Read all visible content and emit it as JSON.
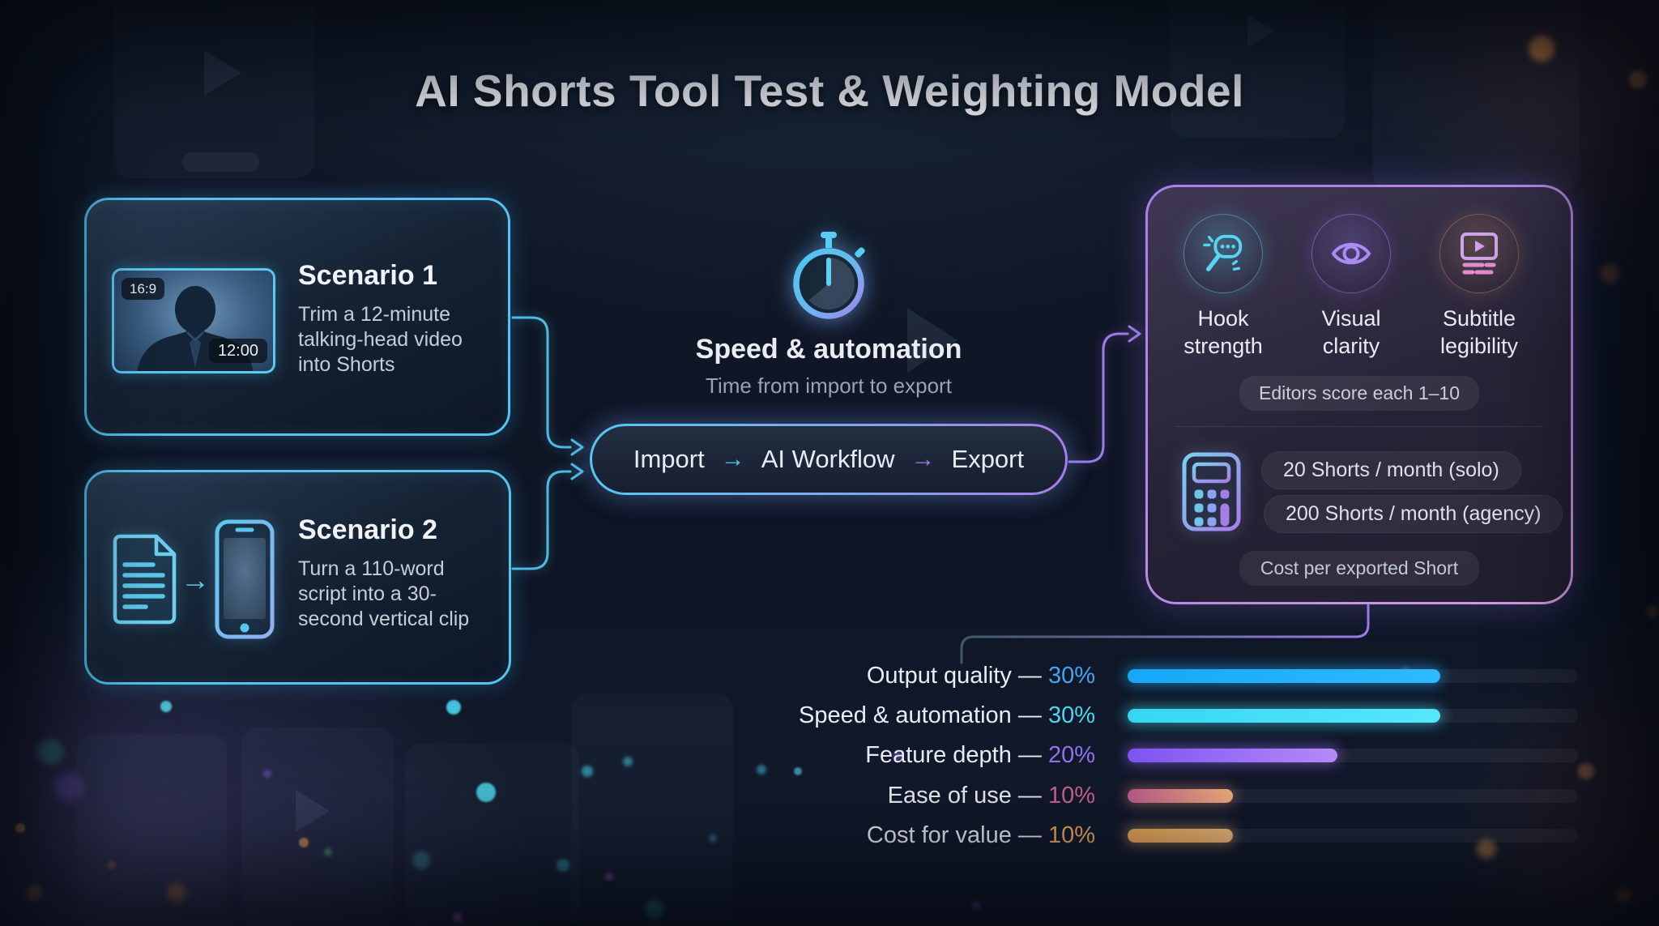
{
  "title": "AI Shorts Tool Test & Weighting Model",
  "scenario1": {
    "heading": "Scenario 1",
    "line1": "Trim a 12-minute",
    "line2": "talking-head video",
    "line3": "into Shorts",
    "aspect_badge": "16:9",
    "duration_badge": "12:00"
  },
  "scenario2": {
    "heading": "Scenario 2",
    "line1": "Turn a 110-word",
    "line2": "script into a 30-",
    "line3": "second vertical clip"
  },
  "speed": {
    "heading": "Speed & automation",
    "subheading": "Time from import to export"
  },
  "pipeline": {
    "step1": "Import",
    "step2": "AI Workflow",
    "step3": "Export",
    "arrow": "→"
  },
  "scorecard": {
    "metric1_line1": "Hook",
    "metric1_line2": "strength",
    "metric2_line1": "Visual",
    "metric2_line2": "clarity",
    "metric3_line1": "Subtitle",
    "metric3_line2": "legibility",
    "score_badge": "Editors score each 1–10",
    "pill_solo": "20 Shorts / month (solo)",
    "pill_agency": "200 Shorts / month (agency)",
    "cost_badge": "Cost per exported Short"
  },
  "chart_data": {
    "type": "bar",
    "orientation": "horizontal",
    "title": "",
    "categories": [
      "Output quality",
      "Speed & automation",
      "Feature depth",
      "Ease of use",
      "Cost for value"
    ],
    "values": [
      30,
      30,
      20,
      10,
      10
    ],
    "unit": "%",
    "separator": "—",
    "value_labels": [
      "30%",
      "30%",
      "20%",
      "10%",
      "10%"
    ],
    "bar_fill_fraction_of_track": [
      0.695,
      0.695,
      0.465,
      0.233,
      0.233
    ],
    "track_color": "rgba(255,255,255,0.055)",
    "gridlines": false,
    "legend": false,
    "series_styles": [
      {
        "fill_start": "#18A7F7",
        "fill_end": "#2FB9FF",
        "value_color": "#41A6F0",
        "glow": "rgba(30,170,250,0.55)"
      },
      {
        "fill_start": "#36D6F2",
        "fill_end": "#55E8FD",
        "value_color": "#49D6EE",
        "glow": "rgba(70,225,250,0.5)"
      },
      {
        "fill_start": "#7F54F3",
        "fill_end": "#B78BF8",
        "value_color": "#9173F0",
        "glow": "rgba(150,110,245,0.5)"
      },
      {
        "fill_start": "#BE5C8C",
        "fill_end": "#EFAF7E",
        "value_color": "#C9648F",
        "glow": "rgba(225,140,125,0.45)"
      },
      {
        "fill_start": "#E9A657",
        "fill_end": "#F4BD7B",
        "value_color": "#E9A95C",
        "glow": "rgba(240,180,105,0.5)"
      }
    ]
  }
}
